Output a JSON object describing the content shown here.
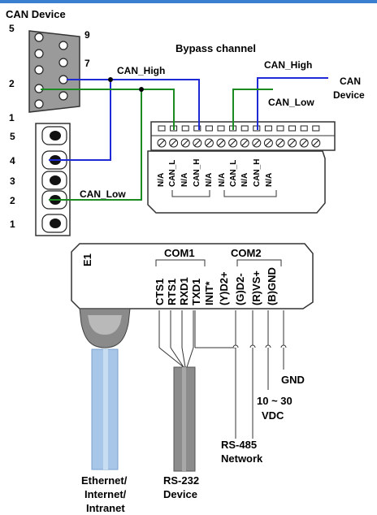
{
  "colors": {
    "can_high": "#1f2ad6",
    "can_low": "#1b8a22",
    "device_gray": "#9a9a9a",
    "cable_gray": "#8c8c8c"
  },
  "top_bar_strip": "",
  "labels": {
    "can_device_top": "CAN Device",
    "bypass_channel": "Bypass channel",
    "can_high_left": "CAN_High",
    "can_high_right": "CAN_High",
    "can_low_right": "CAN_Low",
    "can_low_left": "CAN_Low",
    "can_device_right_1": "CAN",
    "can_device_right_2": "Device",
    "com1": "COM1",
    "com2": "COM2",
    "e1": "E1",
    "gnd": "GND",
    "vdc_1": "10 ~ 30",
    "vdc_2": "VDC",
    "rs485_1": "RS-485",
    "rs485_2": "Network",
    "rs232_1": "RS-232",
    "rs232_2": "Device",
    "eth_1": "Ethernet/",
    "eth_2": "Internet/",
    "eth_3": "Intranet"
  },
  "db9_pins": {
    "p5": "5",
    "p9": "9",
    "p7": "7",
    "p2": "2",
    "p1": "1"
  },
  "terminal_pins": [
    "5",
    "4",
    "3",
    "2",
    "1"
  ],
  "bypass_pins": [
    "N/A",
    "CAN_L",
    "N/A",
    "CAN_H",
    "N/A",
    "N/A",
    "CAN_L",
    "N/A",
    "CAN_H",
    "N/A"
  ],
  "com_pins": [
    "CTS1",
    "RTS1",
    "RXD1",
    "TXD1",
    "INIT*",
    "(Y)D2+",
    "(G)D2-",
    "(R)VS+",
    "(B)GND"
  ]
}
